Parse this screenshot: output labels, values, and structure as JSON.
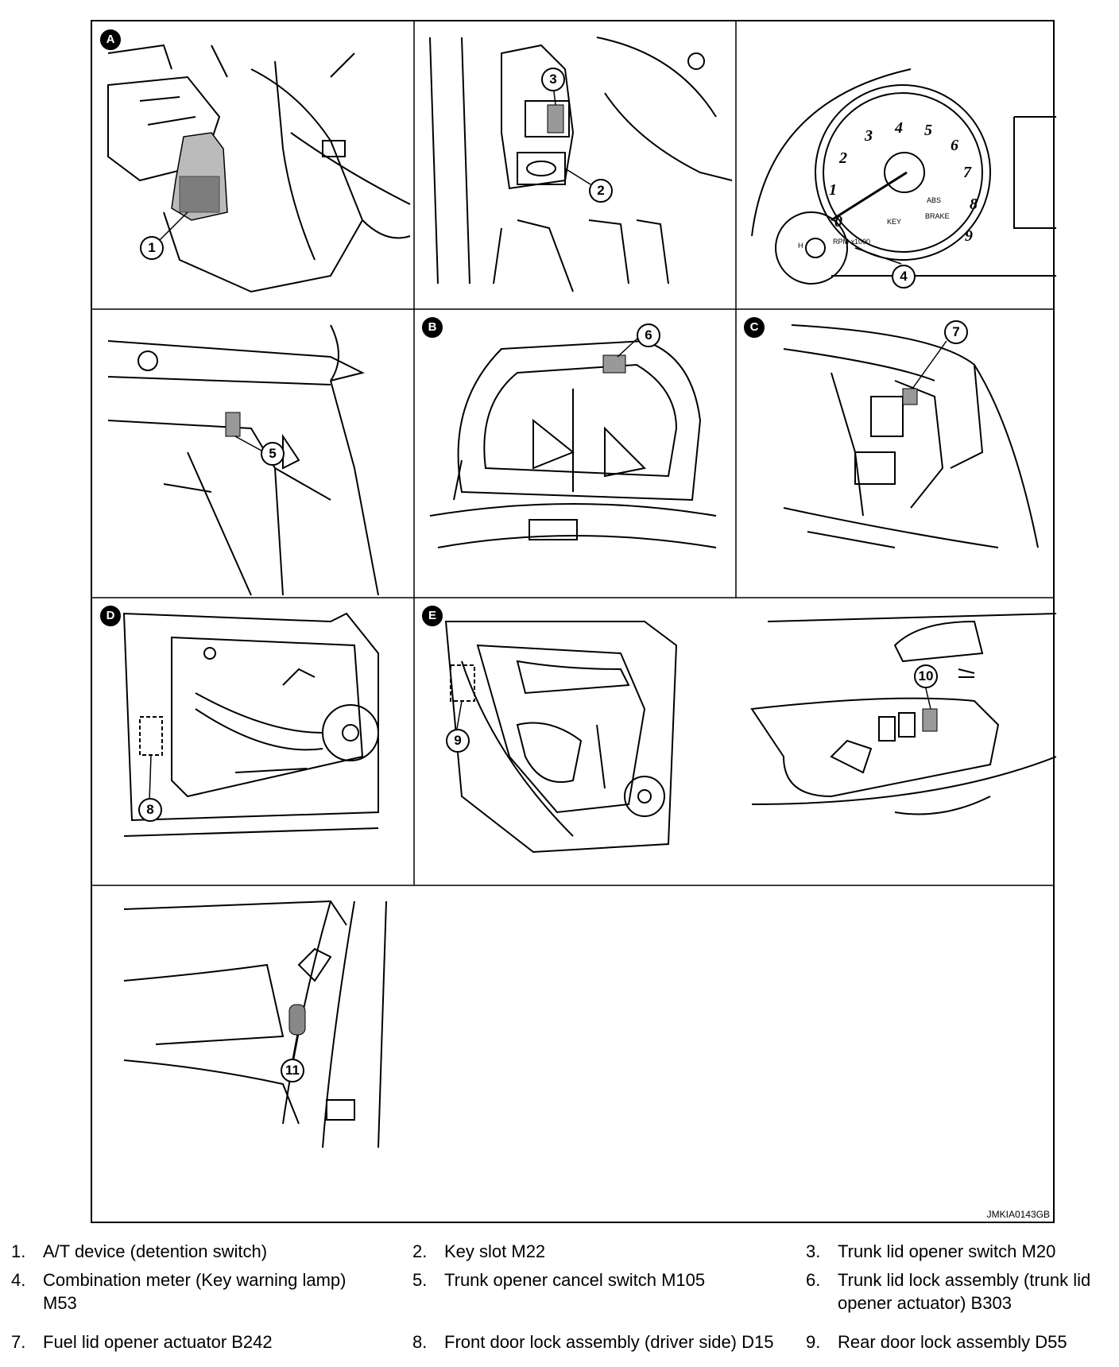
{
  "figure": {
    "ref_code": "JMKIA0143GB",
    "panel_letters": [
      "A",
      "B",
      "C",
      "D",
      "E"
    ],
    "callouts": [
      "1",
      "2",
      "3",
      "4",
      "5",
      "6",
      "7",
      "8",
      "9",
      "10",
      "11"
    ],
    "gauge": {
      "numbers": [
        "0",
        "1",
        "2",
        "3",
        "4",
        "5",
        "6",
        "7",
        "8",
        "9"
      ],
      "rpm_label": "RPM x1000",
      "abs_label": "ABS",
      "brake_label": "BRAKE",
      "key_label": "KEY",
      "h_label": "H"
    }
  },
  "legend": {
    "items": [
      {
        "num": "1.",
        "text": "A/T device (detention switch)"
      },
      {
        "num": "2.",
        "text": "Key slot M22"
      },
      {
        "num": "3.",
        "text": "Trunk lid opener switch M20"
      },
      {
        "num": "4.",
        "text": "Combination meter (Key warning lamp) M53"
      },
      {
        "num": "5.",
        "text": "Trunk opener cancel switch M105"
      },
      {
        "num": "6.",
        "text": "Trunk lid lock assembly (trunk lid opener actuator) B303"
      },
      {
        "num": "7.",
        "text": "Fuel lid opener actuator B242"
      },
      {
        "num": "8.",
        "text": "Front door lock assembly (driver side) D15"
      },
      {
        "num": "9.",
        "text": "Rear door lock assembly D55"
      }
    ]
  }
}
